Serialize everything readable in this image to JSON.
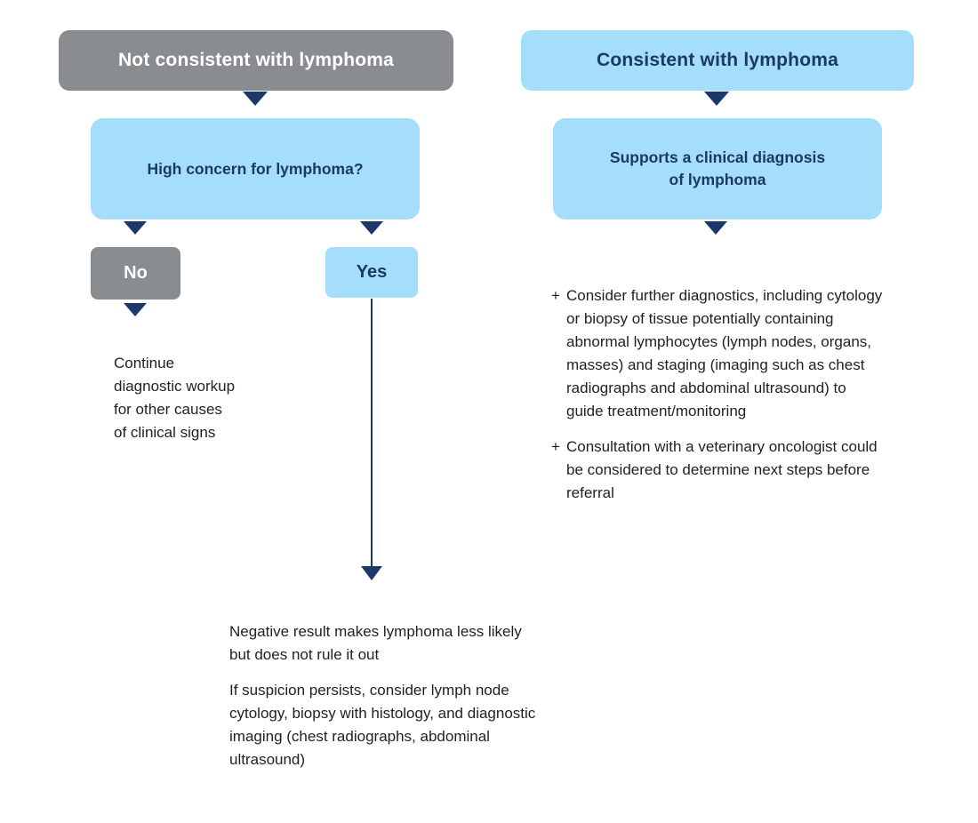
{
  "colors": {
    "gray": "#8a8d8f",
    "light_blue": "#a5defa",
    "navy": "#1b3868",
    "body_text": "#231f20"
  },
  "left_branch": {
    "header": "Not consistent with lymphoma",
    "question": "High concern for lymphoma?",
    "no_label": "No",
    "yes_label": "Yes",
    "no_outcome": "Continue\ndiagnostic workup\nfor other causes\nof clinical signs",
    "yes_outcome_p1": "Negative result makes lymphoma less likely but does not rule it out",
    "yes_outcome_p2": "If suspicion persists, consider lymph node cytology, biopsy with histology, and diagnostic imaging (chest radiographs, abdominal ultrasound)"
  },
  "right_branch": {
    "header": "Consistent with lymphoma",
    "subheader": "Supports a clinical diagnosis\nof lymphoma",
    "bullets": [
      {
        "marker": "+",
        "text": "Consider further diagnostics, including cytology or biopsy of tissue potentially containing abnormal lymphocytes (lymph nodes, organs, masses) and staging (imaging such as chest radiographs and abdominal ultrasound) to guide treatment/monitoring"
      },
      {
        "marker": "+",
        "text": "Consultation with a veterinary oncologist could be considered to determine next steps before referral"
      }
    ]
  }
}
